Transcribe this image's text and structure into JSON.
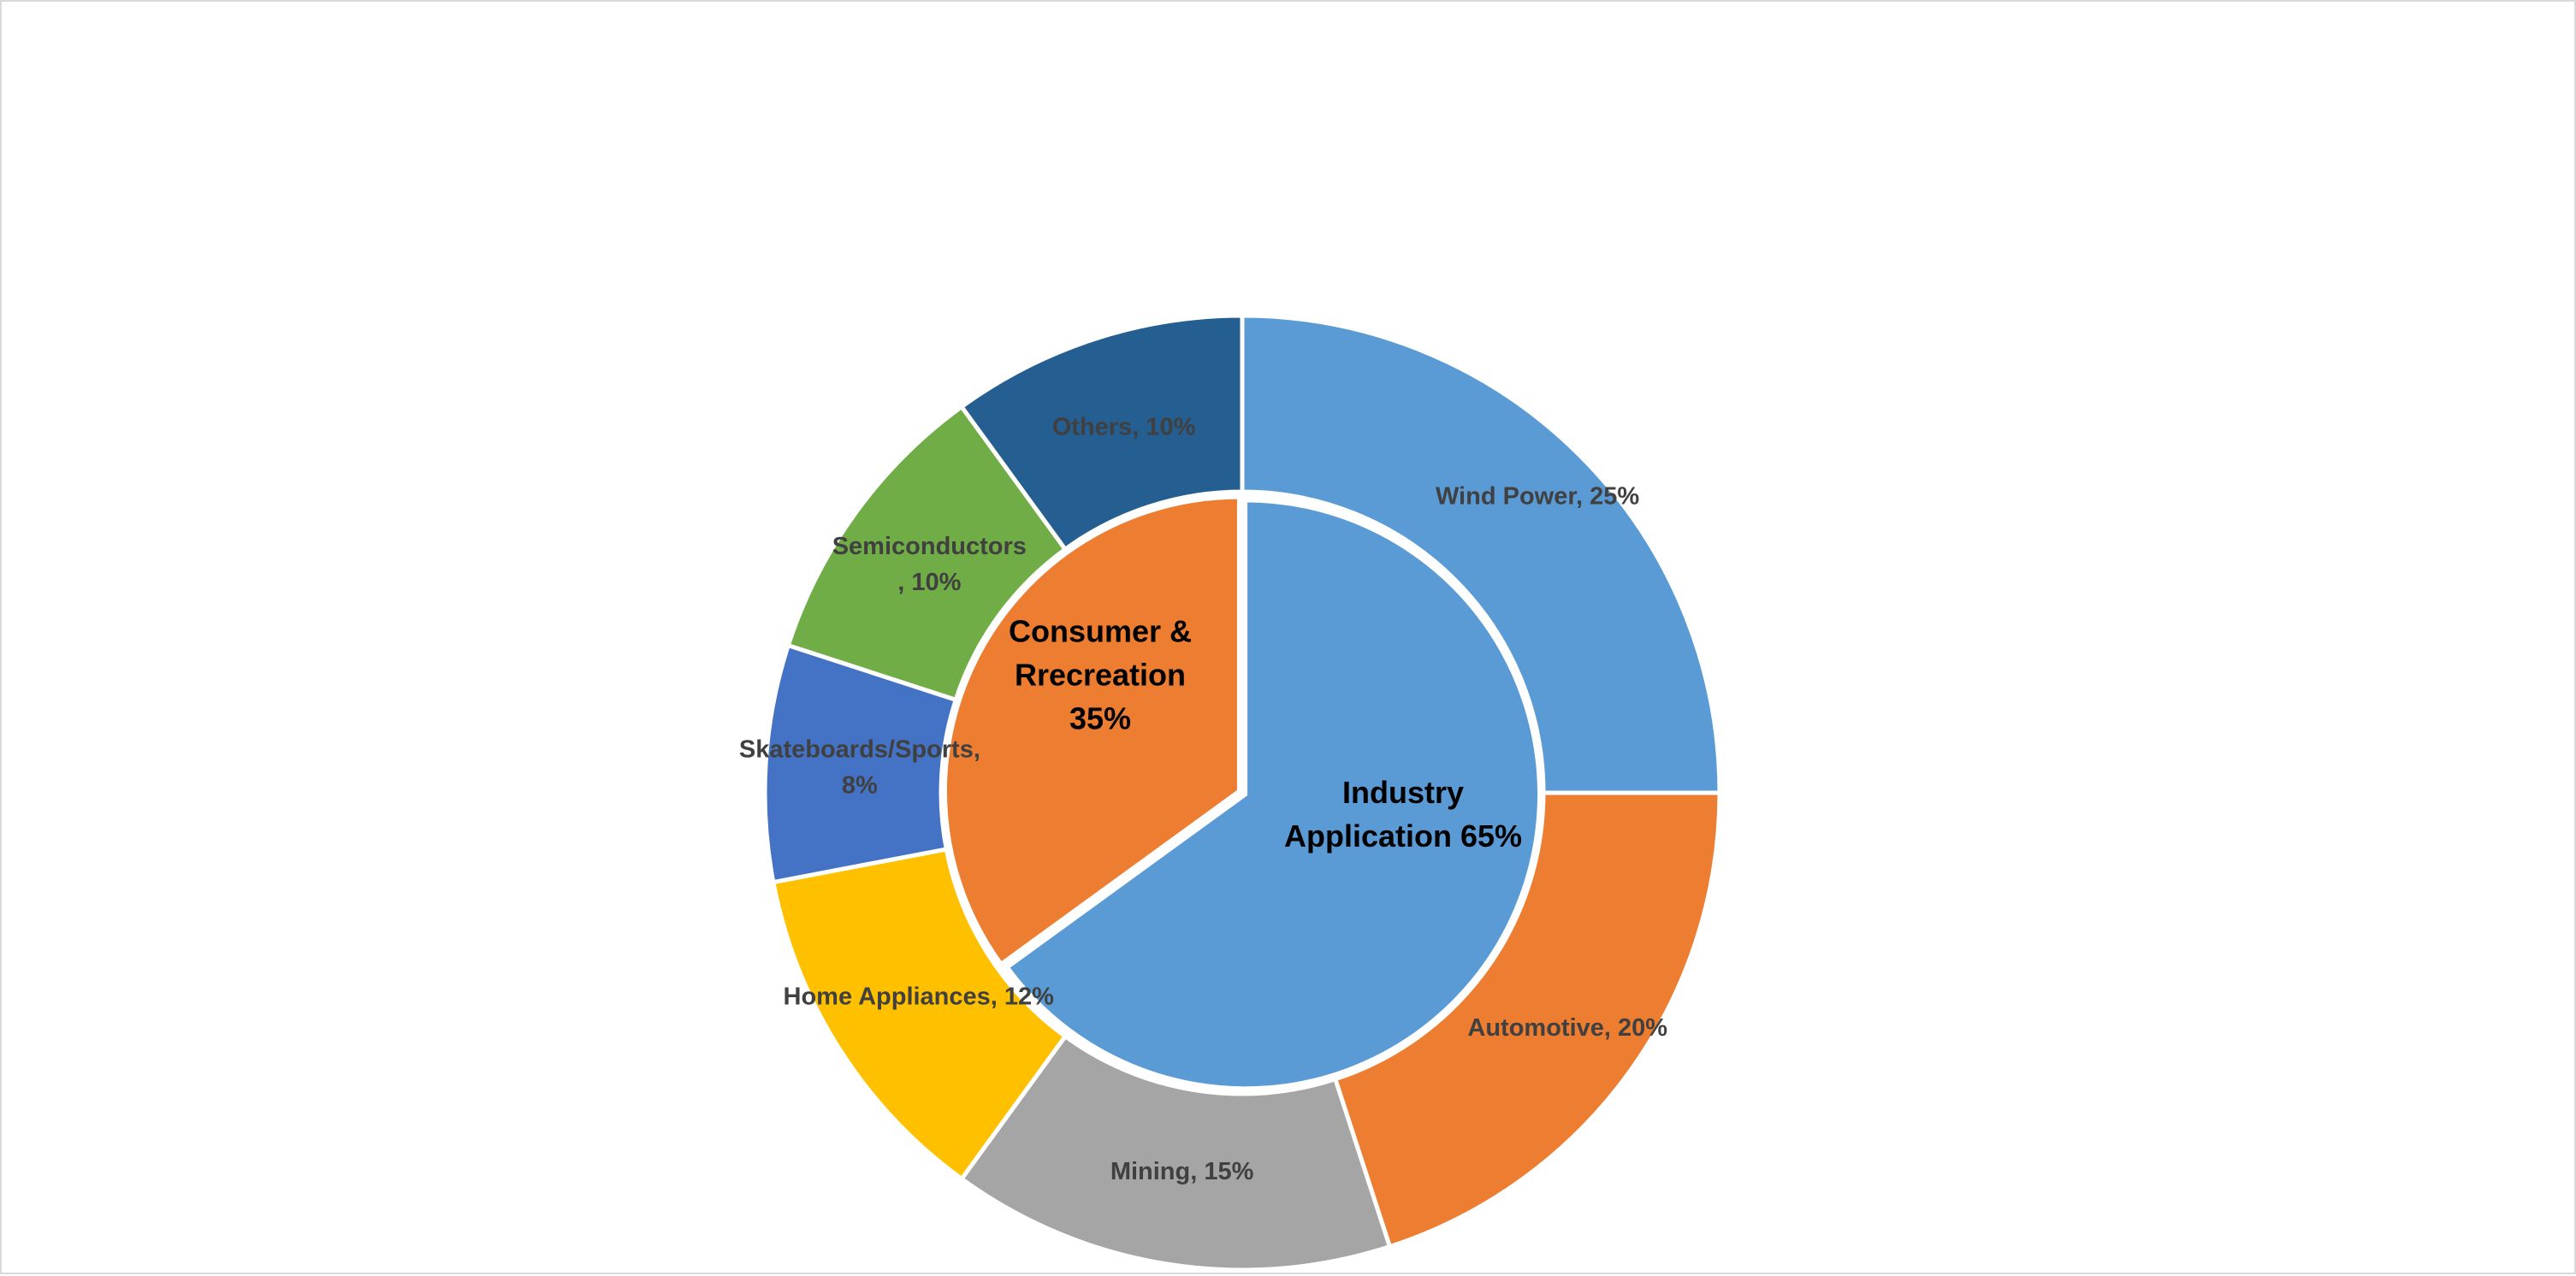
{
  "chart_data": {
    "type": "pie",
    "subtype": "sunburst-doughnut",
    "start_angle_deg": 0,
    "direction": "clockwise",
    "inner_ring": {
      "categories": [
        "Industry Application",
        "Consumer & Rrecreation"
      ],
      "values": [
        65,
        35
      ],
      "colors": [
        "#5B9BD5",
        "#ED7D31"
      ],
      "labels": [
        [
          "Industry",
          "Application 65%"
        ],
        [
          "Consumer &",
          "Rrecreation",
          "35%"
        ]
      ]
    },
    "outer_ring": {
      "categories": [
        "Wind Power",
        "Automotive",
        "Mining",
        "Home Appliances",
        "Skateboards/Sports",
        "Semiconductors",
        "Others"
      ],
      "values": [
        25,
        20,
        15,
        12,
        8,
        10,
        10
      ],
      "colors": [
        "#5B9BD5",
        "#ED7D31",
        "#A5A5A5",
        "#FFC000",
        "#4472C4",
        "#70AD47",
        "#255E91"
      ],
      "labels": [
        [
          "Wind Power, 25%"
        ],
        [
          "Automotive, 20%"
        ],
        [
          "Mining, 15%"
        ],
        [
          "Home Appliances, 12%"
        ],
        [
          "Skateboards/Sports,",
          "8%"
        ],
        [
          "Semiconductors",
          ", 10%"
        ],
        [
          "Others, 10%"
        ]
      ]
    },
    "title": "",
    "legend": "none"
  }
}
